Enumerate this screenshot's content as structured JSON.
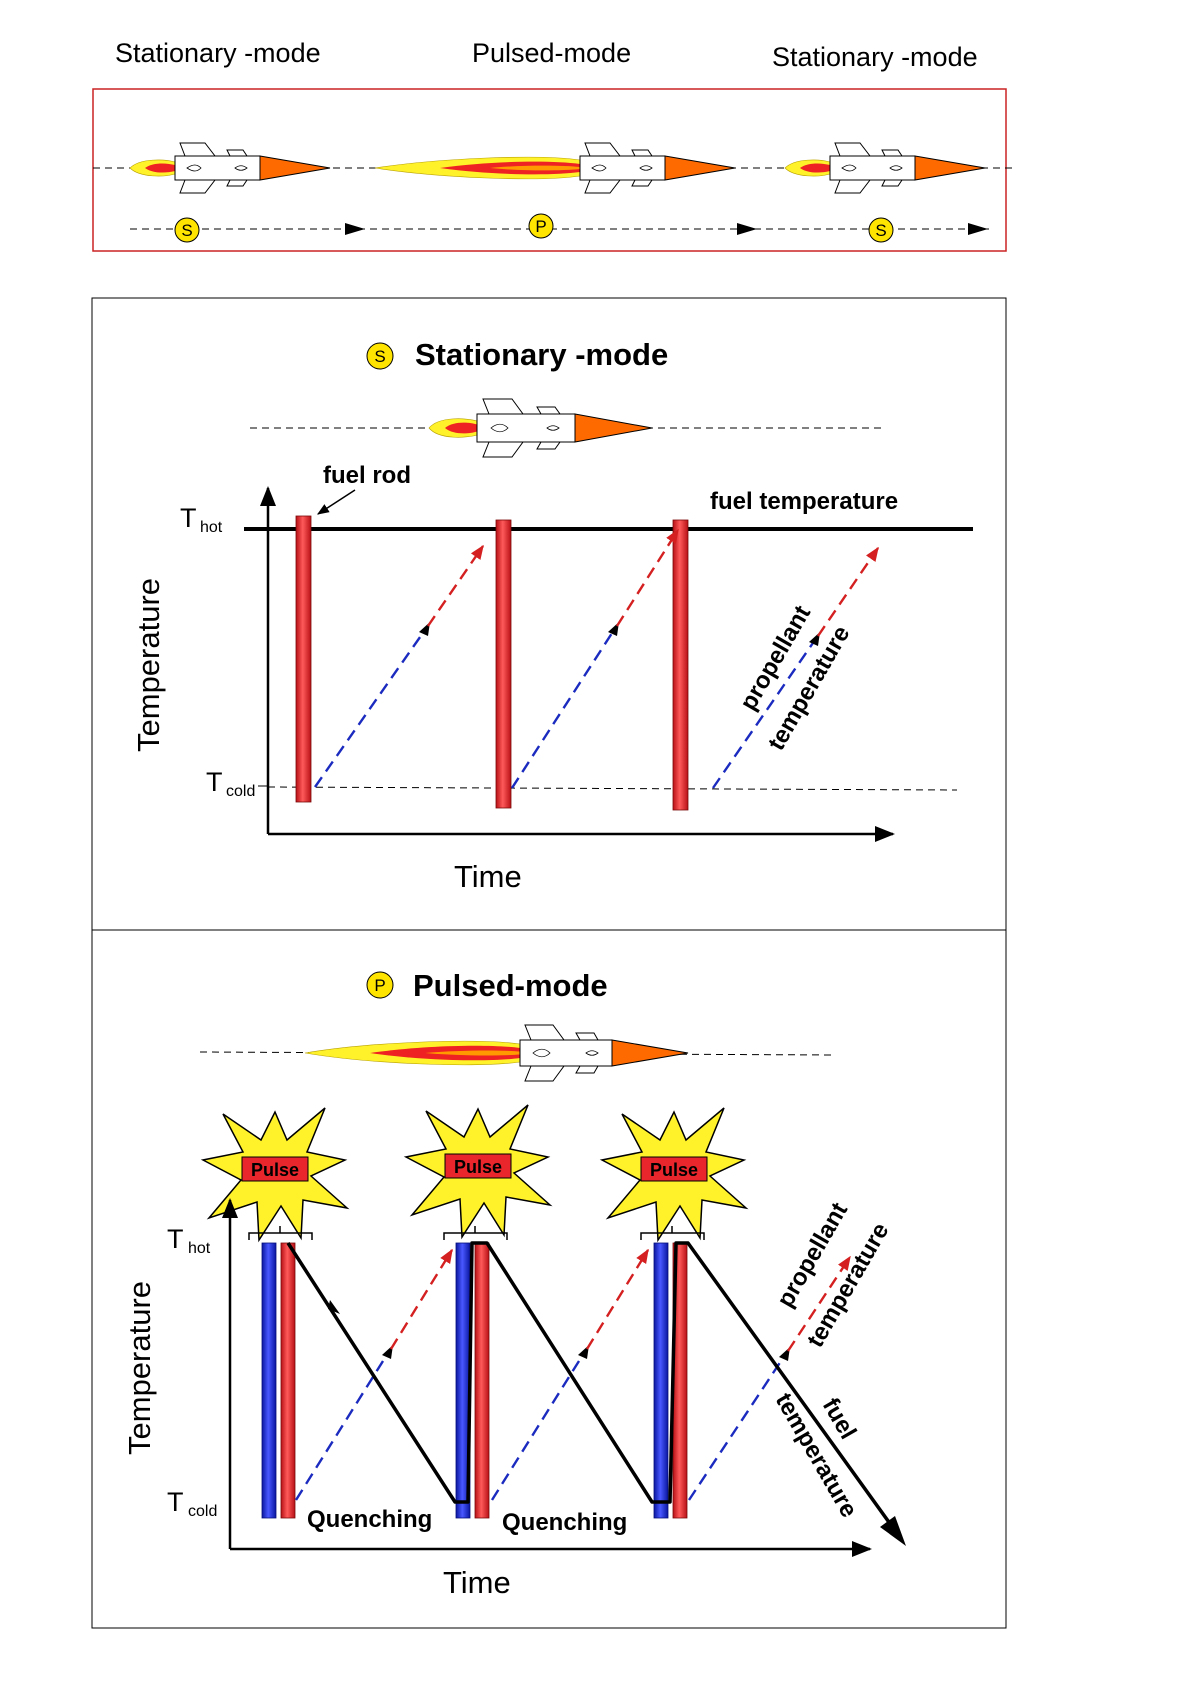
{
  "header": {
    "mode_labels": [
      "Stationary -mode",
      "Pulsed-mode",
      "Stationary -mode"
    ],
    "badges": [
      "S",
      "P",
      "S"
    ]
  },
  "stationary": {
    "badge": "S",
    "title": "Stationary -mode",
    "y_axis_label": "Temperature",
    "x_axis_label": "Time",
    "t_hot": {
      "main": "T",
      "sub": "hot"
    },
    "t_cold": {
      "main": "T",
      "sub": "cold"
    },
    "fuel_rod_label": "fuel rod",
    "fuel_temperature_label": "fuel temperature",
    "propellant_label": "propellant",
    "temperature_label": "temperature"
  },
  "pulsed": {
    "badge": "P",
    "title": "Pulsed-mode",
    "y_axis_label": "Temperature",
    "x_axis_label": "Time",
    "t_hot": {
      "main": "T",
      "sub": "hot"
    },
    "t_cold": {
      "main": "T",
      "sub": "cold"
    },
    "pulse_labels": [
      "Pulse",
      "Pulse",
      "Pulse"
    ],
    "quenching_labels": [
      "Quenching",
      "Quenching"
    ],
    "propellant_label": "propellant",
    "propellant_temperature_label": "temperature",
    "fuel_label": "fuel",
    "fuel_temperature_label": "temperature"
  },
  "colors": {
    "frame_red": "#cc2222",
    "rod_red": "#e8262b",
    "rod_blue": "#1a2bd8",
    "dash_blue": "#1b2bbf",
    "dash_red": "#d42020",
    "badge_yellow": "#ffe400",
    "flame_yellow": "#fff22a",
    "flame_red": "#ee2222",
    "nose_orange": "#ff6a00"
  }
}
